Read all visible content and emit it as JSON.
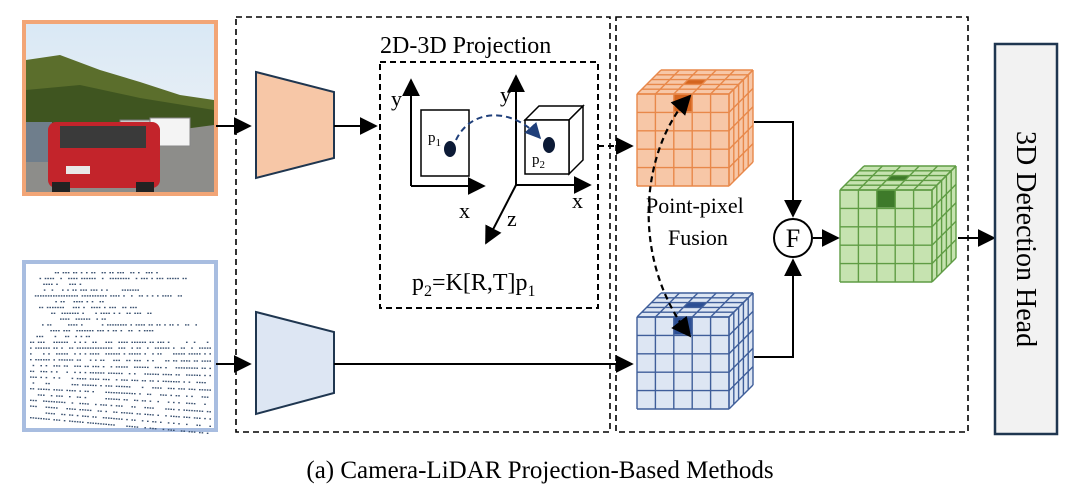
{
  "projection_box": {
    "title": "2D-3D Projection",
    "formula": {
      "lhs": "p",
      "lhs_sub": "2",
      "mid": "=K[R,T]p",
      "rhs_sub": "1"
    },
    "axes_2d": {
      "y": "y",
      "x": "x"
    },
    "axes_3d": {
      "y": "y",
      "x": "x",
      "z": "z"
    },
    "point_2d": {
      "label": "p",
      "sub": "1"
    },
    "point_3d": {
      "label": "p",
      "sub": "2"
    }
  },
  "fusion": {
    "label_line1": "Point-pixel",
    "label_line2": "Fusion",
    "operator": "F"
  },
  "detection_head": {
    "label": "3D Detection Head"
  },
  "caption": "(a) Camera-LiDAR Projection-Based Methods",
  "colors": {
    "camera": "#f7c7a7",
    "camera_border": "#f2a576",
    "camera_grid": "#e8884a",
    "camera_highlight": "#d4651f",
    "lidar": "#dde6f3",
    "lidar_border": "#a8bde0",
    "lidar_grid": "#3f5e9a",
    "lidar_highlight": "#2c4f94",
    "fused": "#c6e3b0",
    "fused_grid": "#5f9c44",
    "fused_highlight": "#3e7a2a",
    "head_bg": "#f2f2f2"
  }
}
